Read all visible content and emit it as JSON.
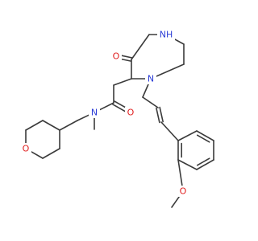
{
  "structure": {
    "kind": "skeletal-formula",
    "colors": {
      "bond": "#3b3b3b",
      "nitrogen": "#2a3bd6",
      "oxygen": "#e02020"
    },
    "atoms": {
      "O_pyran": {
        "symbol": "O",
        "color": "#e02020"
      },
      "N_amide": {
        "symbol": "N",
        "color": "#2a3bd6"
      },
      "O_amide": {
        "symbol": "O",
        "color": "#e02020"
      },
      "NH_ring": {
        "symbol": "NH",
        "color": "#2a3bd6"
      },
      "O_ketone": {
        "symbol": "O",
        "color": "#e02020"
      },
      "N_ring": {
        "symbol": "N",
        "color": "#2a3bd6"
      },
      "O_methoxy": {
        "symbol": "O",
        "color": "#e02020"
      }
    }
  }
}
